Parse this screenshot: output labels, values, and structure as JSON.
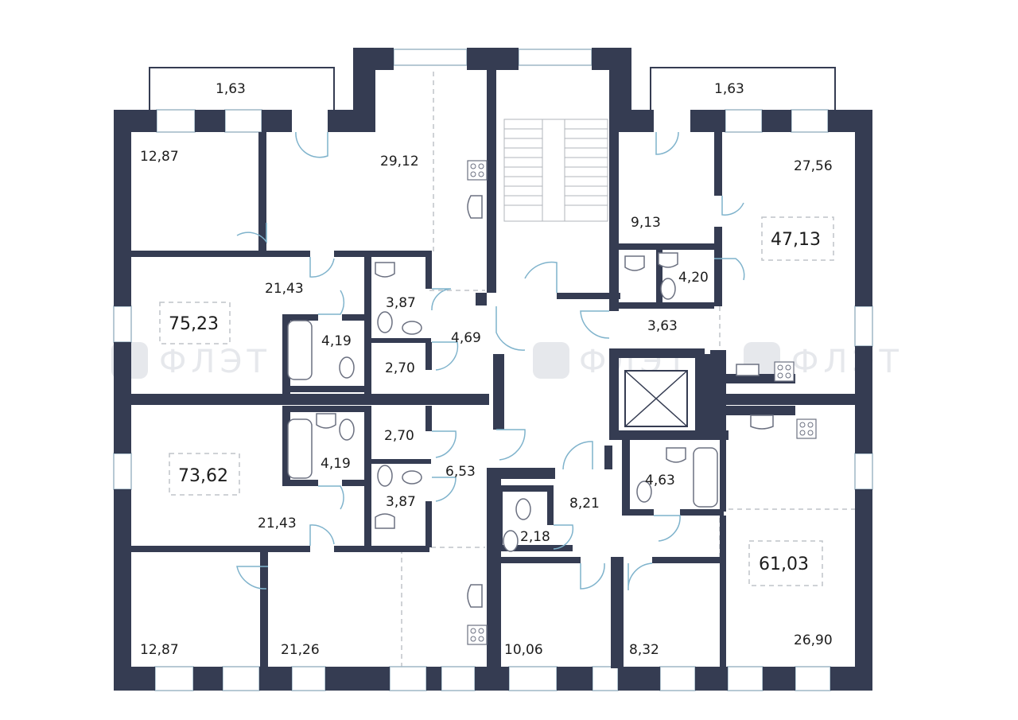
{
  "colors": {
    "wall": "#353c52",
    "window": "#c9dbe6",
    "fixture": "#6b7080",
    "dashed": "#bfc3c9",
    "door": "#7fb3cc",
    "watermark": "#e6e8ec"
  },
  "watermark": {
    "text": "ФЛЭТ",
    "icon": "flat-logo-icon"
  },
  "balconies": [
    {
      "id": "balcony-left",
      "area": "1,63"
    },
    {
      "id": "balcony-right",
      "area": "1,63"
    }
  ],
  "apartments": [
    {
      "id": "apartment-top-left",
      "total": "75,23"
    },
    {
      "id": "apartment-top-right",
      "total": "47,13"
    },
    {
      "id": "apartment-bottom-left",
      "total": "73,62"
    },
    {
      "id": "apartment-bottom-right",
      "total": "61,03"
    }
  ],
  "rooms": [
    {
      "id": "room-a",
      "area": "12,87"
    },
    {
      "id": "room-b",
      "area": "29,12"
    },
    {
      "id": "room-c",
      "area": "21,43"
    },
    {
      "id": "room-d",
      "area": "3,87"
    },
    {
      "id": "room-e",
      "area": "4,19"
    },
    {
      "id": "room-f",
      "area": "4,69"
    },
    {
      "id": "room-g",
      "area": "2,70"
    },
    {
      "id": "room-h",
      "area": "27,56"
    },
    {
      "id": "room-i",
      "area": "9,13"
    },
    {
      "id": "room-j",
      "area": "4,20"
    },
    {
      "id": "room-k",
      "area": "3,63"
    },
    {
      "id": "room-l",
      "area": "2,70"
    },
    {
      "id": "room-m",
      "area": "4,19"
    },
    {
      "id": "room-n",
      "area": "6,53"
    },
    {
      "id": "room-o",
      "area": "3,87"
    },
    {
      "id": "room-p",
      "area": "21,43"
    },
    {
      "id": "room-q",
      "area": "8,21"
    },
    {
      "id": "room-r",
      "area": "4,63"
    },
    {
      "id": "room-s",
      "area": "2,18"
    },
    {
      "id": "room-t",
      "area": "12,87"
    },
    {
      "id": "room-u",
      "area": "21,26"
    },
    {
      "id": "room-v",
      "area": "10,06"
    },
    {
      "id": "room-w",
      "area": "8,32"
    },
    {
      "id": "room-x",
      "area": "26,90"
    }
  ]
}
